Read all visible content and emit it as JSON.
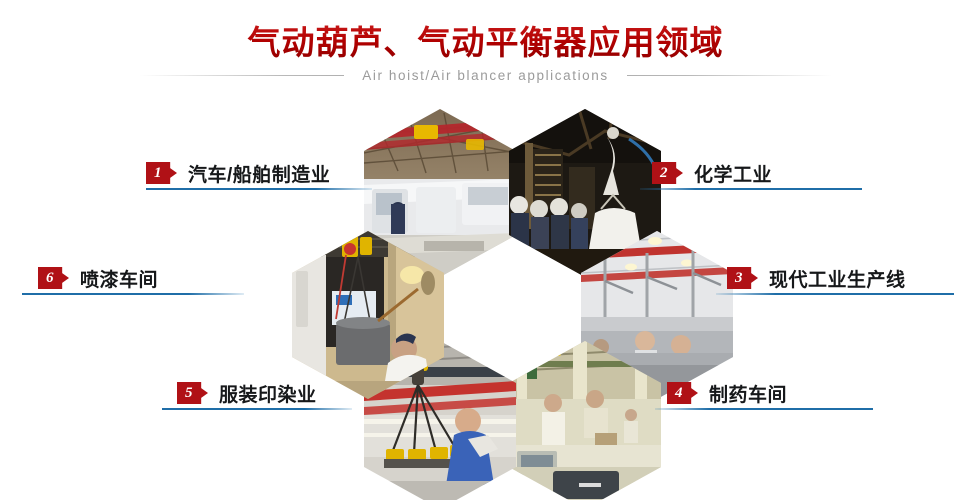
{
  "header": {
    "title": "气动葫芦、气动平衡器应用领域",
    "subtitle": "Air hoist/Air blancer applications",
    "title_color": "#c00000",
    "subtitle_color": "#9b9b9b"
  },
  "theme": {
    "badge_color": "#b01116",
    "rule_color": "#1f6ea8",
    "background": "#ffffff"
  },
  "items": [
    {
      "number": "1",
      "label": "汽车/船舶制造业",
      "side": "left",
      "photo_name": "photo-automobile-shipbuilding",
      "photo_alt": "汽车/船舶制造厂房内桥式起重机与白色客车车身"
    },
    {
      "number": "2",
      "label": "化学工业",
      "side": "right",
      "photo_name": "photo-chemical-industry",
      "photo_alt": "化工车间内工人吊运白色吨包袋"
    },
    {
      "number": "3",
      "label": "现代工业生产线",
      "side": "right",
      "photo_name": "photo-modern-production-line",
      "photo_alt": "现代工业生产线红色轨道与悬臂吊"
    },
    {
      "number": "4",
      "label": "制药车间",
      "side": "right",
      "photo_name": "photo-pharmaceutical-workshop",
      "photo_alt": "制药车间装配工位与操作工人"
    },
    {
      "number": "5",
      "label": "服装印染业",
      "side": "left",
      "photo_name": "photo-garment-printing-dyeing",
      "photo_alt": "工人操作黄色气动平衡吊具"
    },
    {
      "number": "6",
      "label": "喷漆车间",
      "side": "left",
      "photo_name": "photo-paint-spray-workshop",
      "photo_alt": "喷漆车间内工人用气动葫芦吊运料桶"
    }
  ]
}
